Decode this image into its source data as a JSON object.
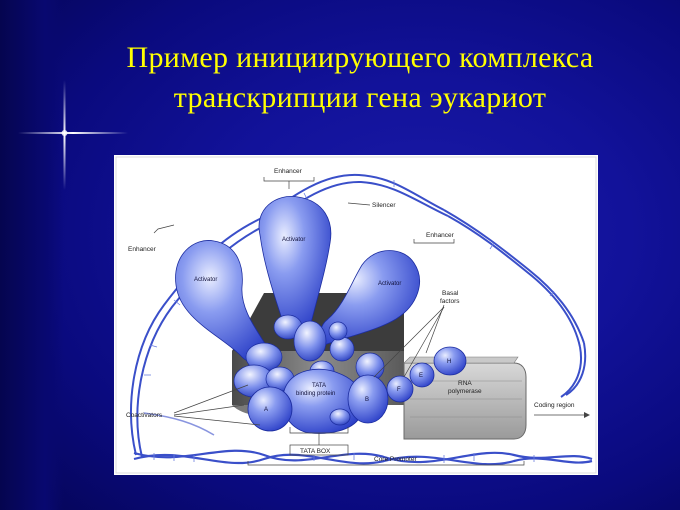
{
  "slide": {
    "title_line1": "Пример инициирующего комплекса",
    "title_line2": "транскрипции гена эукариот"
  },
  "diagram": {
    "labels": {
      "enhancer_top": "Enhancer",
      "enhancer_left": "Enhancer",
      "enhancer_right": "Enhancer",
      "silencer": "Silencer",
      "activator_1": "Activator",
      "activator_2": "Activator",
      "activator_3": "Activator",
      "basal_factors_1": "Basal",
      "basal_factors_2": "factors",
      "tata_binding_1": "TATA",
      "tata_binding_2": "binding protein",
      "rna_polymerase_1": "RNA",
      "rna_polymerase_2": "polymerase",
      "coding_region": "Coding region",
      "coactivators": "Coactivators",
      "tata_box": "TATA BOX",
      "core_promoter": "Core Promoter",
      "factor_a": "A",
      "factor_b": "B",
      "factor_f": "F",
      "factor_e": "E",
      "factor_h": "H"
    },
    "colors": {
      "protein": "#3c52d8",
      "protein_light": "#c7cff5",
      "dna": "#3a4fc9",
      "polymerase": "#b9b9b9",
      "box": "#6e6e6e"
    }
  }
}
